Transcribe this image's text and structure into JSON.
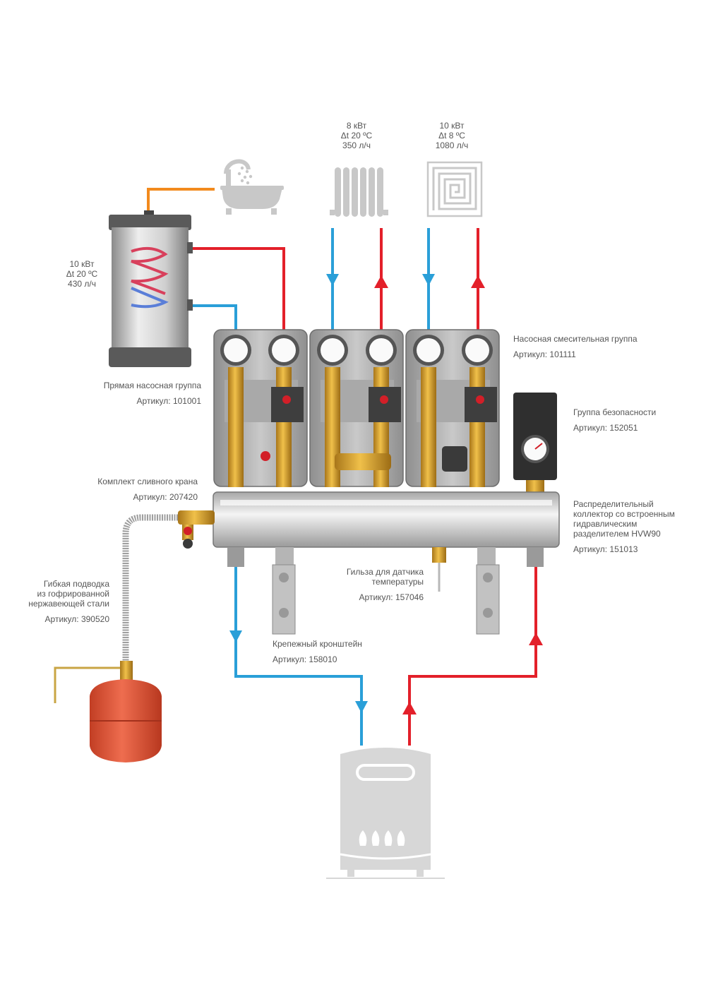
{
  "specs": {
    "radiator": [
      "8 кВт",
      "Δt 20 ºC",
      "350 л/ч"
    ],
    "floor": [
      "10 кВт",
      "Δt 8 ºC",
      "1080 л/ч"
    ],
    "boiler_tank": [
      "10 кВт",
      "Δt 20 ºC",
      "430 л/ч"
    ]
  },
  "labels": {
    "mixing_group": {
      "name": "Насосная смесительная группа",
      "article": "Артикул: 101111"
    },
    "direct_group": {
      "name": "Прямая насосная группа",
      "article": "Артикул: 101001"
    },
    "safety_group": {
      "name": "Группа безопасности",
      "article": "Артикул: 152051"
    },
    "drain_kit": {
      "name": "Комплект сливного крана",
      "article": "Артикул: 207420"
    },
    "manifold": {
      "lines": [
        "Распределительный",
        "коллектор со встроенным",
        "гидравлическим",
        "разделителем HVW90"
      ],
      "article": "Артикул: 151013"
    },
    "flex_hose": {
      "lines": [
        "Гибкая подводка",
        "из гофрированной",
        "нержавеющей стали"
      ],
      "article": "Артикул: 390520"
    },
    "sensor_sleeve": {
      "lines": [
        "Гильза для датчика",
        "температуры"
      ],
      "article": "Артикул: 157046"
    },
    "bracket": {
      "name": "Крепежный кронштейн",
      "article": "Артикул: 158010"
    }
  },
  "colors": {
    "supply": "#e3202a",
    "return": "#2a9fd8",
    "hot_water": "#f28a1d",
    "brass": "#d4a22b",
    "vessel": "#e05a3c",
    "icon_grey": "#bfbfbf",
    "housing_grey": "#9c9c9c"
  }
}
